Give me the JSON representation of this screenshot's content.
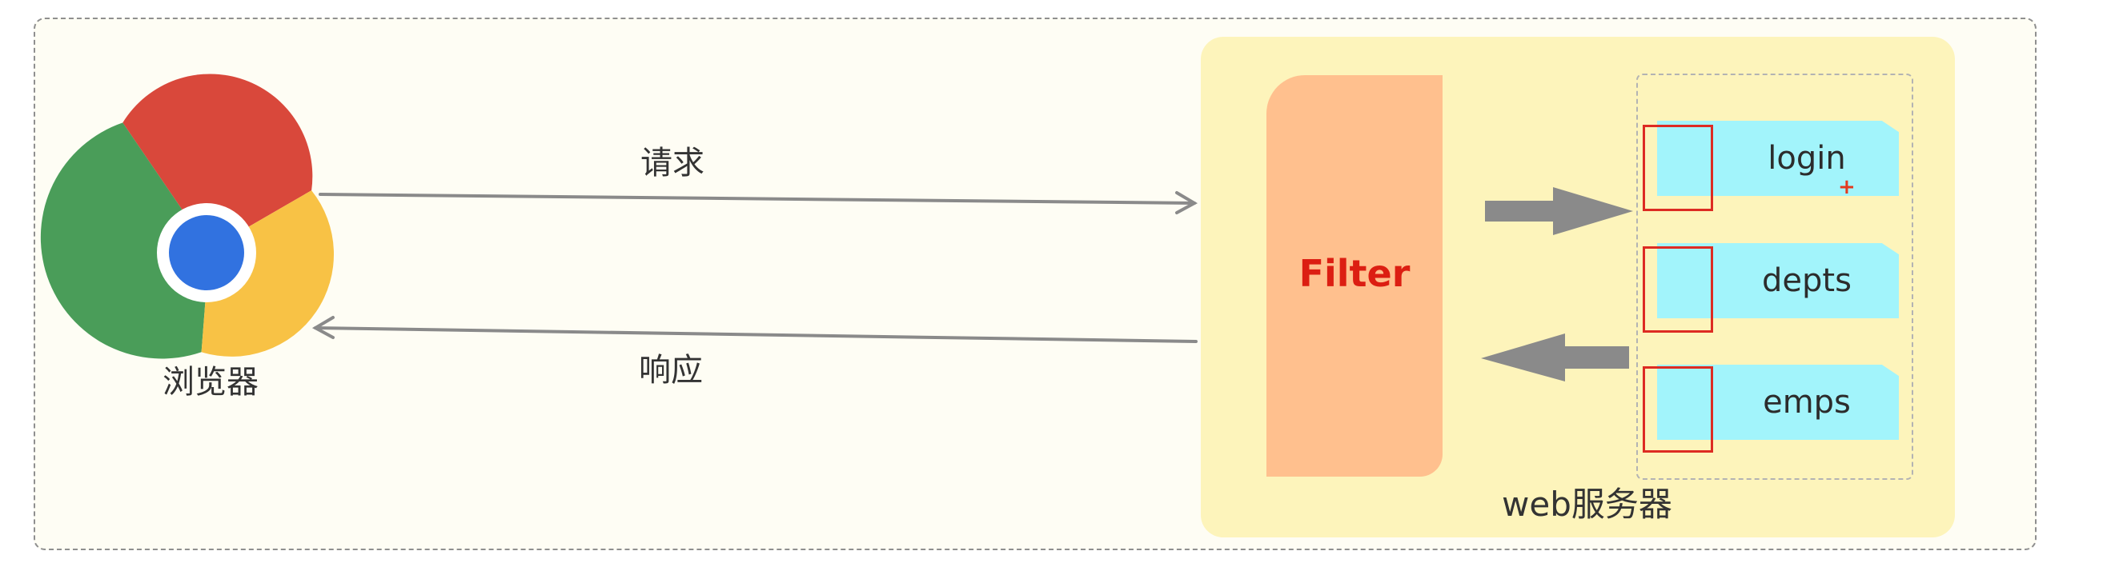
{
  "browser": {
    "label": "浏览器",
    "icon": "chrome-browser-icon"
  },
  "arrows": {
    "request_label": "请求",
    "response_label": "响应"
  },
  "server": {
    "label": "web服务器",
    "filter_label": "Filter",
    "endpoints": [
      {
        "label": "login"
      },
      {
        "label": "depts"
      },
      {
        "label": "emps"
      }
    ]
  },
  "colors": {
    "server_bg": "#fdf4bb",
    "filter_bg": "#ffc08e",
    "filter_text": "#dc1e12",
    "endpoint_bg": "#a2f4fb",
    "highlight_box": "#dd2b22",
    "arrow_line": "#8a8a8a"
  }
}
